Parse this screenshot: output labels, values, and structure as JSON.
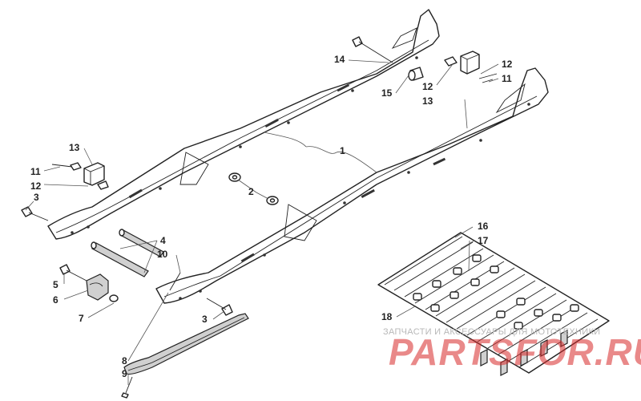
{
  "callouts": [
    {
      "id": "c14",
      "label": "14"
    },
    {
      "id": "c15",
      "label": "15"
    },
    {
      "id": "c12a",
      "label": "12"
    },
    {
      "id": "c12b",
      "label": "12"
    },
    {
      "id": "c13a",
      "label": "13"
    },
    {
      "id": "c11a",
      "label": "11"
    },
    {
      "id": "c1",
      "label": "1"
    },
    {
      "id": "c13b",
      "label": "13"
    },
    {
      "id": "c11b",
      "label": "11"
    },
    {
      "id": "c12c",
      "label": "12"
    },
    {
      "id": "c2",
      "label": "2"
    },
    {
      "id": "c3a",
      "label": "3"
    },
    {
      "id": "c4",
      "label": "4"
    },
    {
      "id": "c10",
      "label": "10"
    },
    {
      "id": "c5",
      "label": "5"
    },
    {
      "id": "c6",
      "label": "6"
    },
    {
      "id": "c7",
      "label": "7"
    },
    {
      "id": "c3b",
      "label": "3"
    },
    {
      "id": "c8",
      "label": "8"
    },
    {
      "id": "c9",
      "label": "9"
    },
    {
      "id": "c16",
      "label": "16"
    },
    {
      "id": "c17",
      "label": "17"
    },
    {
      "id": "c18",
      "label": "18"
    }
  ],
  "watermark": {
    "caption": "ЗАПЧАСТИ И АКСЕССУАРЫ ДЛЯ МОТОТЕХНИКИ",
    "brand": "PARTSFOR.RU",
    "brand_color": "#d72828"
  }
}
